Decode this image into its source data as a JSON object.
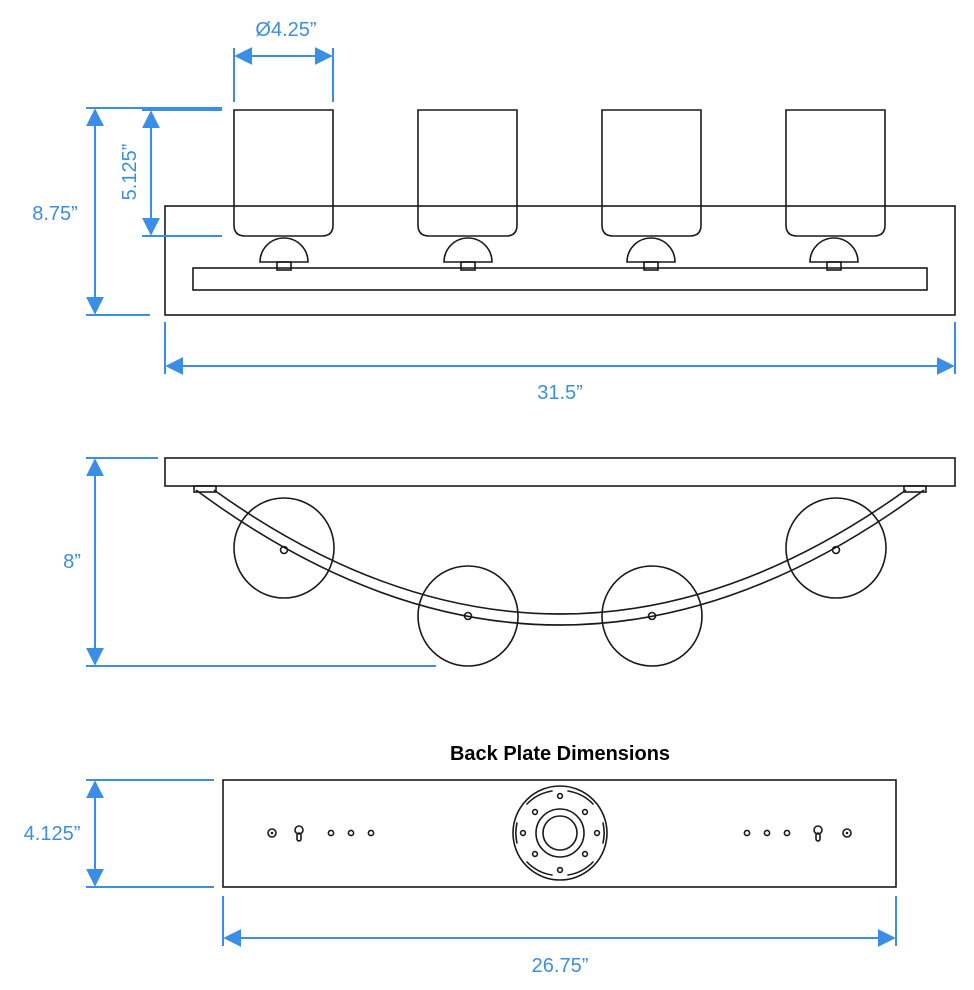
{
  "front_view": {
    "shade_diameter_label": "Ø4.25”",
    "shade_height_label": "5.125”",
    "total_height_label": "8.75”",
    "total_width_label": "31.5”"
  },
  "top_view": {
    "depth_label": "8”"
  },
  "back_plate": {
    "title": "Back Plate Dimensions",
    "height_label": "4.125”",
    "width_label": "26.75”"
  },
  "colors": {
    "dimension": "#3b8ee6",
    "line": "#1a1a1a"
  }
}
